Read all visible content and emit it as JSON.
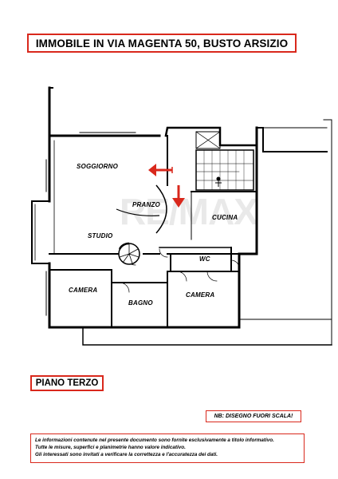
{
  "title": "IMMOBILE IN VIA MAGENTA 50, BUSTO ARSIZIO",
  "watermark": "RE/MAX",
  "rooms": {
    "soggiorno": "SOGGIORNO",
    "pranzo": "PRANZO",
    "cucina": "CUCINA",
    "studio": "STUDIO",
    "wc": "WC",
    "camera_left": "CAMERA",
    "bagno": "BAGNO",
    "camera_right": "CAMERA"
  },
  "floor_label": "PIANO TERZO",
  "scale_note": "NB: DISEGNO FUORI SCALA!",
  "disclaimer": [
    "Le informazioni contenute nel presente documento sono fornite esclusivamente a titolo informativo.",
    "Tutte le misure, superfici e planimetrie hanno valore indicativo.",
    "Gli interessati sono invitati a verificare la correttezza e l'accuratezza dei dati."
  ],
  "colors": {
    "accent": "#d9281c",
    "wall": "#000000",
    "watermark": "#e9e9e9"
  },
  "icons": [
    "entrance-arrow-icon",
    "stair-arrow-icon",
    "spiral-staircase-icon",
    "staircase-icon"
  ]
}
